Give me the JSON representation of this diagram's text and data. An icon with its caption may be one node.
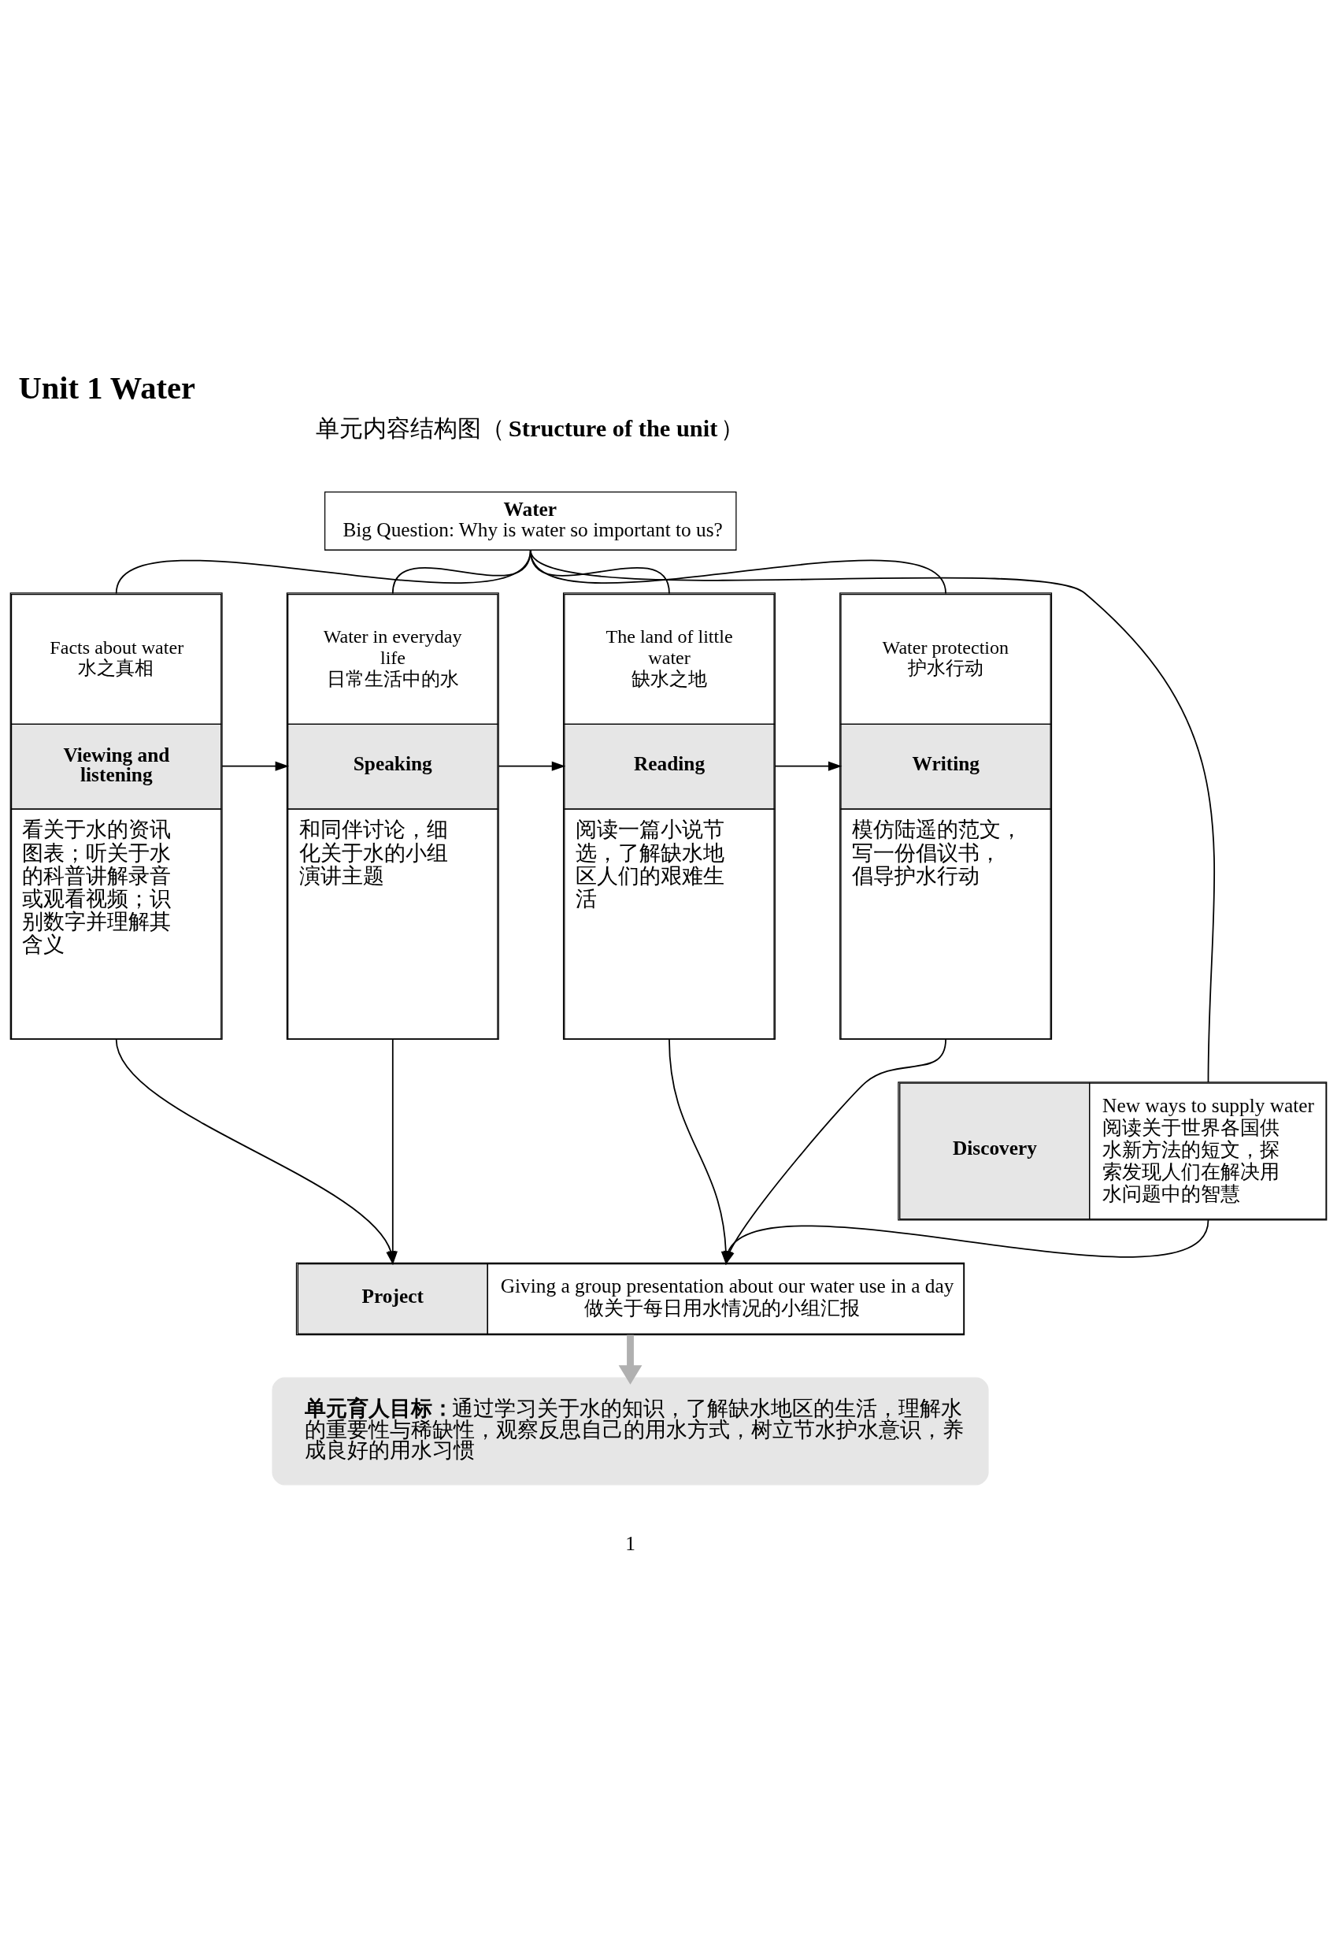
{
  "diagram": {
    "title": "Unit 1 Water",
    "nodes": [
      {
        "text": [
          "Water",
          "Big Question: Why is water so important to us?"
        ]
      },
      {
        "text": [
          "Facts about water",
          "水之真相",
          "Viewing and listening",
          "看关于水的资讯图表；听关于水的科普讲解录音或观看视频；识别数字并理解其含义"
        ]
      },
      {
        "text": [
          "Water in everyday life",
          "日常生活中的水",
          "Speaking",
          "和同伴讨论，细化关于水的小组演讲主题"
        ]
      },
      {
        "text": [
          "The land of little water",
          "缺水之地",
          "Reading",
          "阅读一篇小说节选，了解缺水地区人们的艰难生活"
        ]
      },
      {
        "text": [
          "Water protection",
          "护水行动",
          "Writing",
          "模仿陆遥的范文，写一份倡议书，倡导护水行动"
        ]
      },
      {
        "text": [
          "Discovery",
          "New ways to supply water",
          "阅读关于世界各国供水新方法的短文，探索发现人们在解决用水问题中的智慧"
        ]
      },
      {
        "text": [
          "Project",
          "Giving a group presentation about our water use in a day",
          "做关于每日用水情况的小组汇报"
        ]
      },
      {
        "text": [
          "**单元育人目标：**通过学习关于水的知识，了解缺水地区的生活，理解水的重要性与稀缺性，观察反思自己的用水方式，树立节水护水意识，养成良好的用水习惯"
        ]
      }
    ],
    "edges": [
      {
        "from": 0,
        "to": 1,
        "arrow": "none"
      },
      {
        "from": 0,
        "to": 2,
        "arrow": "none"
      },
      {
        "from": 0,
        "to": 5,
        "arrow": "none"
      },
      {
        "from": 0,
        "to": 3,
        "arrow": "none"
      },
      {
        "from": 0,
        "to": 4,
        "arrow": "none"
      },
      {
        "from": 1,
        "to": 2,
        "arrow": "to"
      },
      {
        "from": 2,
        "to": 3,
        "arrow": "to"
      },
      {
        "from": 3,
        "to": 4,
        "arrow": "to"
      },
      {
        "from": 1,
        "to": 6,
        "arrow": "to"
      },
      {
        "from": 2,
        "to": 6,
        "arrow": "to"
      },
      {
        "from": 5,
        "to": 6,
        "arrow": "to"
      },
      {
        "from": 3,
        "to": 6,
        "arrow": "to"
      },
      {
        "from": 4,
        "to": 6,
        "arrow": "to"
      },
      {
        "from": 6,
        "to": 7,
        "arrow": "to",
        "style": "thick",
        "color": "#b0b0b0"
      }
    ],
    "labels": [
      "单元内容结构图（**Structure of the unit**）",
      "1"
    ]
  }
}
